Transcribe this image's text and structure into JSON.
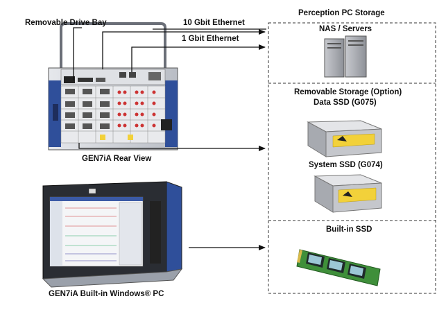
{
  "labels": {
    "removable_drive_bay": "Removable Drive Bay",
    "ethernet_10g": "10 Gbit Ethernet",
    "ethernet_1g": "1 Gbit Ethernet",
    "perception_storage": "Perception PC Storage",
    "nas_servers": "NAS / Servers",
    "removable_storage": "Removable Storage (Option)",
    "data_ssd": "Data SSD (G075)",
    "system_ssd": "System SSD (G074)",
    "builtin_ssd": "Built-in SSD",
    "rear_view": "GEN7iA Rear View",
    "builtin_pc": "GEN7iA Built-in Windows® PC"
  },
  "colors": {
    "chassis_blue": "#2f4f9a",
    "chassis_grey": "#c9ccd2",
    "ssd_label": "#f2d13a",
    "pcb_green": "#3f8f3a",
    "arrow": "#111111"
  }
}
